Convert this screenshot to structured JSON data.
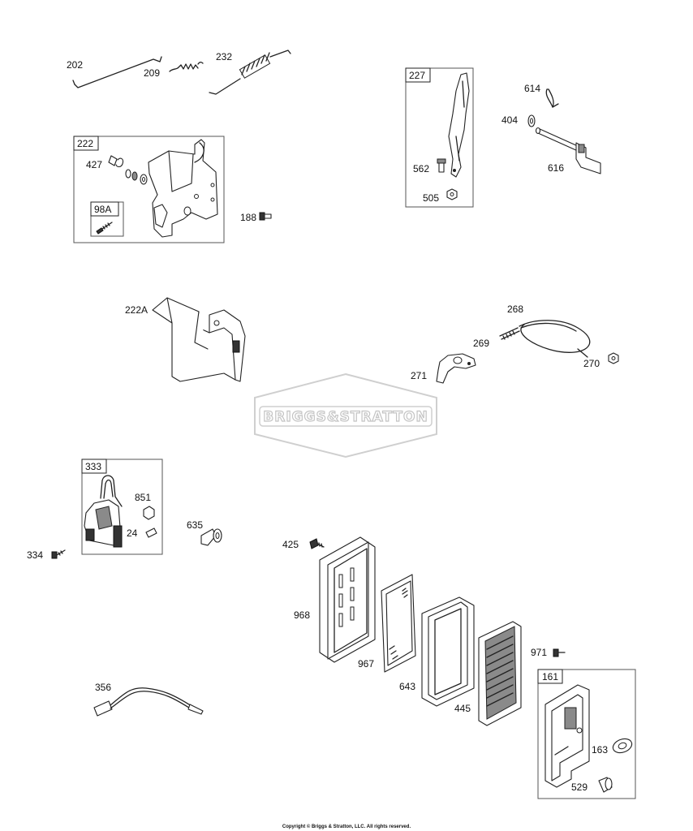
{
  "watermark": {
    "brand": "BRIGGS&STRATTON"
  },
  "footer": {
    "copyright": "Copyright © Briggs & Stratton, LLC. All rights reserved."
  },
  "labels": {
    "p202": "202",
    "p209": "209",
    "p232": "232",
    "p227": "227",
    "p614": "614",
    "p404": "404",
    "p562": "562",
    "p616": "616",
    "p505": "505",
    "p222": "222",
    "p427": "427",
    "p98a": "98A",
    "p188": "188",
    "p222a": "222A",
    "p268": "268",
    "p269": "269",
    "p271": "271",
    "p270": "270",
    "p333": "333",
    "p851": "851",
    "p24": "24",
    "p635": "635",
    "p334": "334",
    "p425": "425",
    "p968": "968",
    "p967": "967",
    "p643": "643",
    "p445": "445",
    "p971": "971",
    "p161": "161",
    "p163": "163",
    "p529": "529",
    "p356": "356"
  }
}
